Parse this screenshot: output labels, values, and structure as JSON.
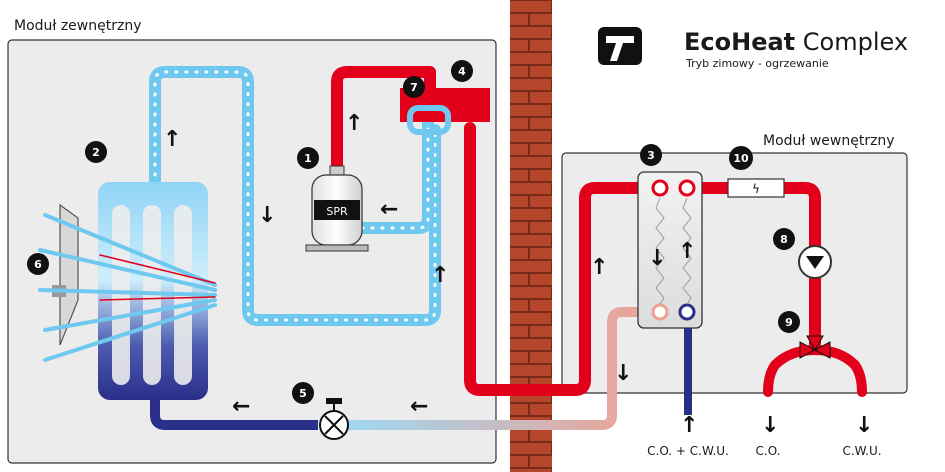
{
  "brand": {
    "name_bold": "EcoHeat",
    "name_regular": " Complex",
    "subtitle": "Tryb zimowy - ogrzewanie",
    "accent_color": "#e3001b"
  },
  "modules": {
    "outdoor": "Moduł zewnętrzny",
    "indoor": "Moduł wewnętrzny"
  },
  "components": {
    "compressor_label": "SPR",
    "heater_symbol": "ϟ"
  },
  "badges": [
    "1",
    "2",
    "3",
    "4",
    "5",
    "6",
    "7",
    "8",
    "9",
    "10"
  ],
  "bottom_labels": {
    "co_cwu": "C.O. + C.W.U.",
    "co": "C.O.",
    "cwu": "C.W.U."
  },
  "flow_arrows": {
    "up": "↑",
    "down": "↓",
    "left": "←"
  },
  "colors": {
    "hot": "#e3001b",
    "cold_light": "#6fc8f0",
    "cold_dark": "#2a2f8a",
    "return_warm": "#f0a090",
    "brick": "#b5452b",
    "panel": "#ececec"
  }
}
